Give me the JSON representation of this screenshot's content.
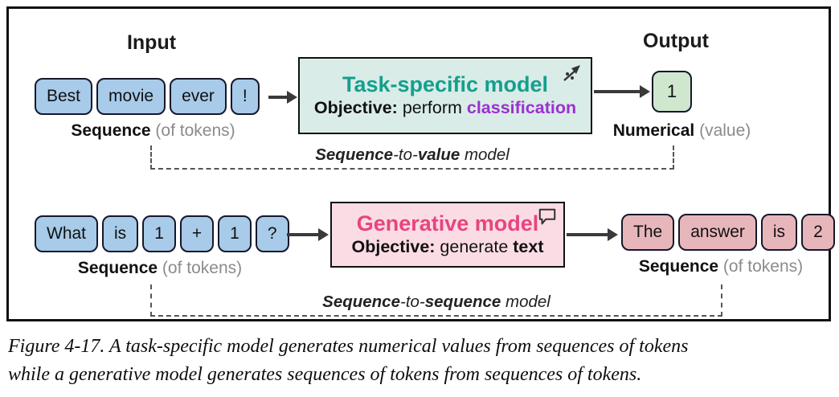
{
  "top_row": {
    "input_label": "Input",
    "output_label": "Output",
    "tokens": [
      "Best",
      "movie",
      "ever",
      "!"
    ],
    "sequence_bold": "Sequence",
    "sequence_rest": " (of tokens)",
    "model": {
      "title": "Task-specific model",
      "objective_label": "Objective:",
      "objective_text": " perform ",
      "objective_highlight": "classification",
      "icon": "scatter-trend-icon"
    },
    "output_value": "1",
    "numerical_bold": "Numerical",
    "numerical_rest": " (value)",
    "bracket": {
      "p1": "Sequence",
      "p2": "-to-",
      "p3": "value",
      "p4": " model"
    }
  },
  "bottom_row": {
    "tokens": [
      "What",
      "is",
      "1",
      "+",
      "1",
      "?"
    ],
    "sequence_bold": "Sequence",
    "sequence_rest": " (of tokens)",
    "model": {
      "title": "Generative model",
      "objective_label": "Objective:",
      "objective_text": " generate ",
      "objective_highlight": "text",
      "icon": "speech-bubble-icon"
    },
    "output_tokens": [
      "The",
      "answer",
      "is",
      "2"
    ],
    "out_sequence_bold": "Sequence",
    "out_sequence_rest": " (of tokens)",
    "bracket": {
      "p1": "Sequence",
      "p2": "-to-",
      "p3": "sequence",
      "p4": " model"
    }
  },
  "caption": {
    "line1": "Figure 4-17. A task-specific model generates numerical values from sequences of tokens",
    "line2": "while a generative model generates sequences of tokens from sequences of tokens."
  },
  "colors": {
    "token_blue": "#a7cbe9",
    "token_green": "#cfe8cd",
    "token_rose": "#e7b6bb",
    "teal_box_bg": "#d9ece8",
    "teal_title": "#13a08d",
    "pink_box_bg": "#fbdce5",
    "pink_title": "#e8447e",
    "classification_purple": "#9d2fd1",
    "gray_text": "#8b8b8b",
    "border_black": "#111111",
    "dashed_gray": "#555555"
  }
}
